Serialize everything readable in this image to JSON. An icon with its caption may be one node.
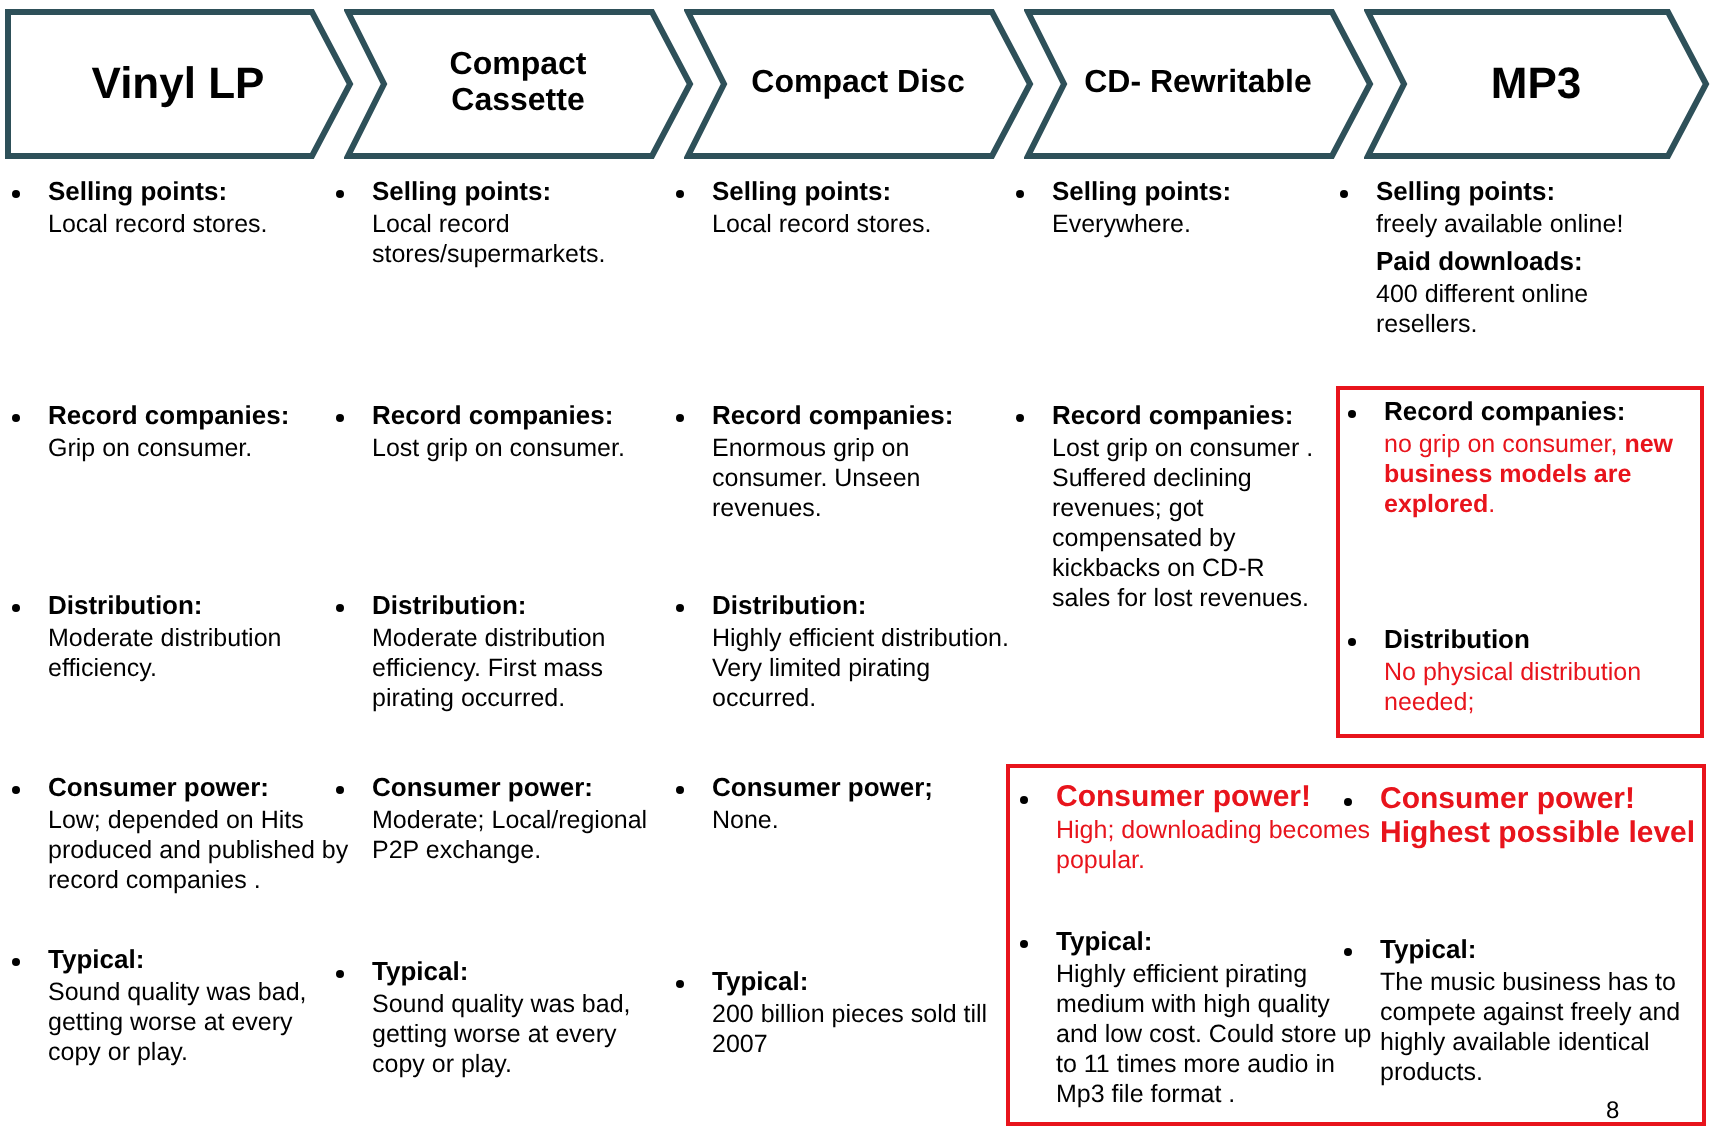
{
  "diagram": {
    "nodes": [
      {
        "text": [
          "Vinyl LP"
        ]
      },
      {
        "text": [
          "Compact Cassette"
        ]
      },
      {
        "text": [
          "Compact Disc"
        ]
      },
      {
        "text": [
          "CD- Rewritable"
        ]
      },
      {
        "text": [
          "MP3"
        ]
      },
      {
        "text": [
          "Record companies:",
          "no grip on consumer, **new business models are explored**.",
          "Distribution",
          "No physical distribution needed;"
        ]
      },
      {
        "text": [
          "Consumer power!",
          "High; downloading becomes popular.",
          "Consumer power!",
          "Highest possible level",
          "Typical:",
          "Highly efficient pirating medium with high quality and low cost. Could store up to 11 times more audio in Mp3 file format .",
          "Typical:",
          "The music business has to compete against freely and highly available identical products."
        ]
      }
    ],
    "edges": [],
    "labels": [
      "Selling points:",
      "Local record stores.",
      "Selling points:",
      "Local record stores/supermarkets.",
      "Selling points:",
      "Local record stores.",
      "Selling points:",
      "Everywhere.",
      "Selling points:",
      "freely available online!",
      "Paid downloads:",
      "400 different online resellers.",
      "Record companies:",
      "Grip on consumer.",
      "Record companies:",
      "Lost grip on consumer.",
      "Record companies:",
      "Enormous grip on consumer. Unseen revenues.",
      "Record companies:",
      "Lost grip on consumer . Suffered declining revenues; got compensated by kickbacks on CD-R sales for lost revenues.",
      "Distribution:",
      "Moderate distribution efficiency.",
      "Distribution:",
      "Moderate distribution efficiency. First mass pirating  occurred.",
      "Distribution:",
      "Highly efficient distribution. Very limited pirating occurred.",
      "Consumer power:",
      "Low; depended on Hits produced and published by record companies .",
      "Consumer power:",
      "Moderate; Local/regional P2P exchange.",
      "Consumer power;",
      "None.",
      "Typical:",
      "Sound quality was bad, getting worse at every copy or play.",
      "Typical:",
      "Sound quality was bad, getting worse at every copy or play.",
      "Typical:",
      "200 billion pieces sold till 2007",
      "8"
    ]
  }
}
